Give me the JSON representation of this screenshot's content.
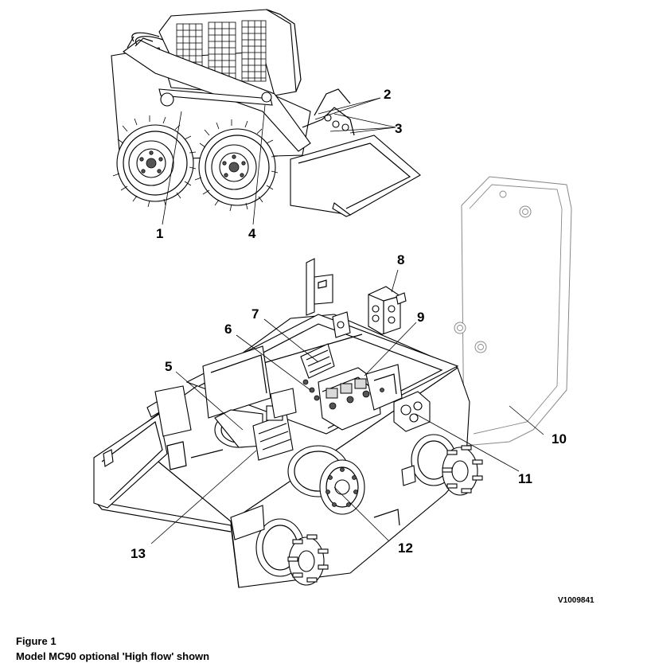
{
  "caption": {
    "title": "Figure 1",
    "subtitle": "Model MC90 optional 'High flow' shown"
  },
  "drawing_ref": "V1009841",
  "callouts": [
    "1",
    "2",
    "3",
    "4",
    "5",
    "6",
    "7",
    "8",
    "9",
    "10",
    "11",
    "12",
    "13"
  ]
}
